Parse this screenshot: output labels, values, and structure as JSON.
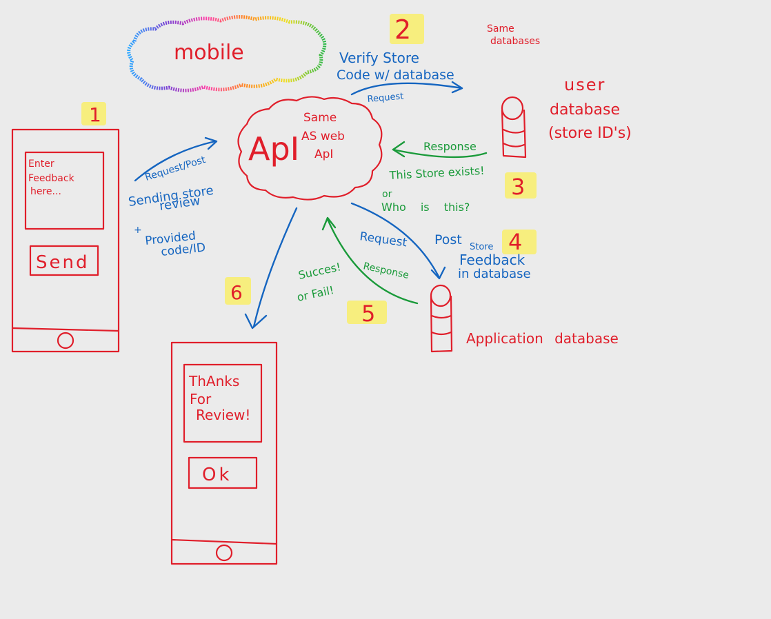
{
  "mobile_label": "mobile",
  "api": {
    "label": "ApI",
    "note_line1": "Same",
    "note_line2": "AS web",
    "note_line3": "ApI"
  },
  "steps": {
    "s1": "1",
    "s2": "2",
    "s3": "3",
    "s4": "4",
    "s5": "5",
    "s6": "6"
  },
  "phone1": {
    "line1": "Enter",
    "line2": "Feedback",
    "line3": "here...",
    "button": "Send"
  },
  "phone2": {
    "line1": "ThAnks",
    "line2": "For",
    "line3": "Review!",
    "button": "Ok"
  },
  "step1_notes": {
    "arrow": "Request/Post",
    "line1": "Sending store",
    "line2": "review",
    "plus": "+",
    "line3": "Provided",
    "line4": "code/ID"
  },
  "step2_notes": {
    "line1": "Verify Store",
    "line2": "Code w/ database",
    "arrow": "Request",
    "same1": "Same",
    "same2": "databases"
  },
  "user_db": {
    "line1": "user",
    "line2": "database",
    "line3": "(store ID's)"
  },
  "step3_notes": {
    "response": "Response",
    "exists": "This Store exists!",
    "or": "or",
    "who": "Who is this?"
  },
  "step4_notes": {
    "request": "Request",
    "post": "Post",
    "store": "Store",
    "feedback": "Feedback",
    "in_db": "in database"
  },
  "step5_notes": {
    "response": "Response",
    "success": "Succes!",
    "fail": "or Fail!"
  },
  "app_db": {
    "label": "Application database"
  }
}
